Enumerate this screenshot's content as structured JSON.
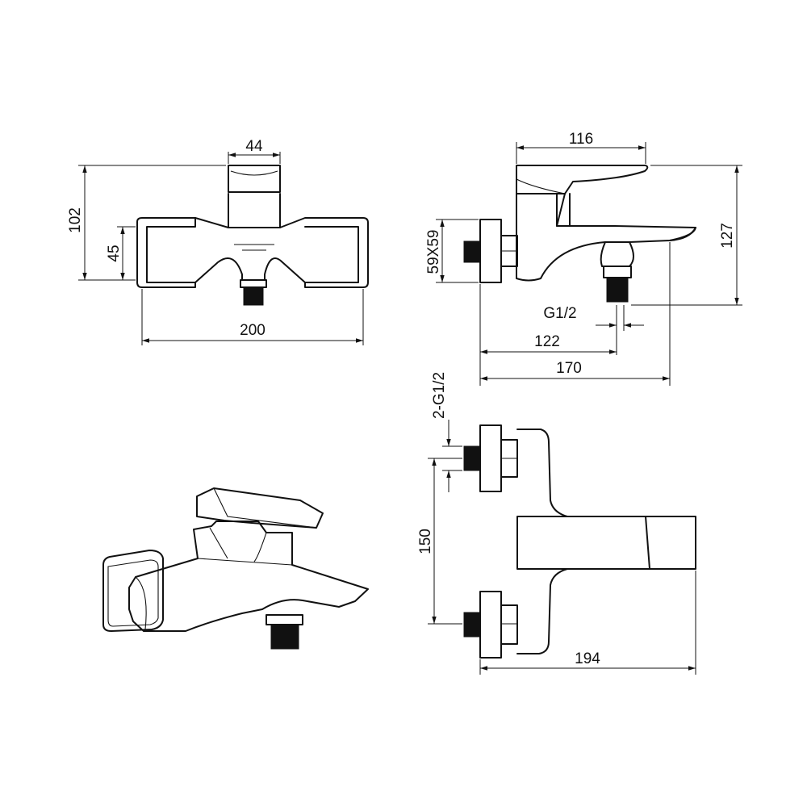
{
  "labels": {
    "front_width_top": "44",
    "front_height_total": "102",
    "front_height_box": "45",
    "front_width_total": "200",
    "side_depth_top": "116",
    "side_height": "127",
    "side_flange": "59X59",
    "side_thread": "G1/2",
    "side_depth_122": "122",
    "side_depth_170": "170",
    "plan_thread": "2-G1/2",
    "plan_spacing": "150",
    "plan_depth": "194"
  },
  "colors": {
    "line": "#111111",
    "background": "#ffffff"
  }
}
